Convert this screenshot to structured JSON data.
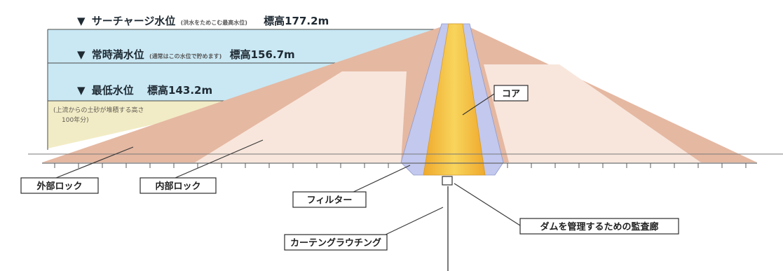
{
  "water_levels": [
    {
      "marker": "▼",
      "name": "サーチャージ水位",
      "note": "(洪水をためこむ最高水位)",
      "elevation": "標高177.2m"
    },
    {
      "marker": "▼",
      "name": "常時満水位",
      "note": "(通常はこの水位で貯めます)",
      "elevation": "標高156.7m"
    },
    {
      "marker": "▼",
      "name": "最低水位",
      "note": "",
      "elevation": "標高143.2m"
    }
  ],
  "sediment_note": [
    "(上流からの土砂が堆積する高さ",
    "100年分)"
  ],
  "labels": {
    "core": "コア",
    "outer_rock": "外部ロック",
    "inner_rock": "内部ロック",
    "filter": "フィルター",
    "curtain_grouting": "カーテングラウチング",
    "inspection_gallery": "ダムを管理するための監査廊"
  },
  "colors": {
    "reservoir": "#c9e8f4",
    "sediment": "#f2ecc6",
    "outer_rock": "#e5b8a2",
    "inner_rock": "#f8e6dc",
    "filter": "#c2c8ee",
    "core": "#f3bb3c",
    "core_center": "#f8d45c"
  }
}
